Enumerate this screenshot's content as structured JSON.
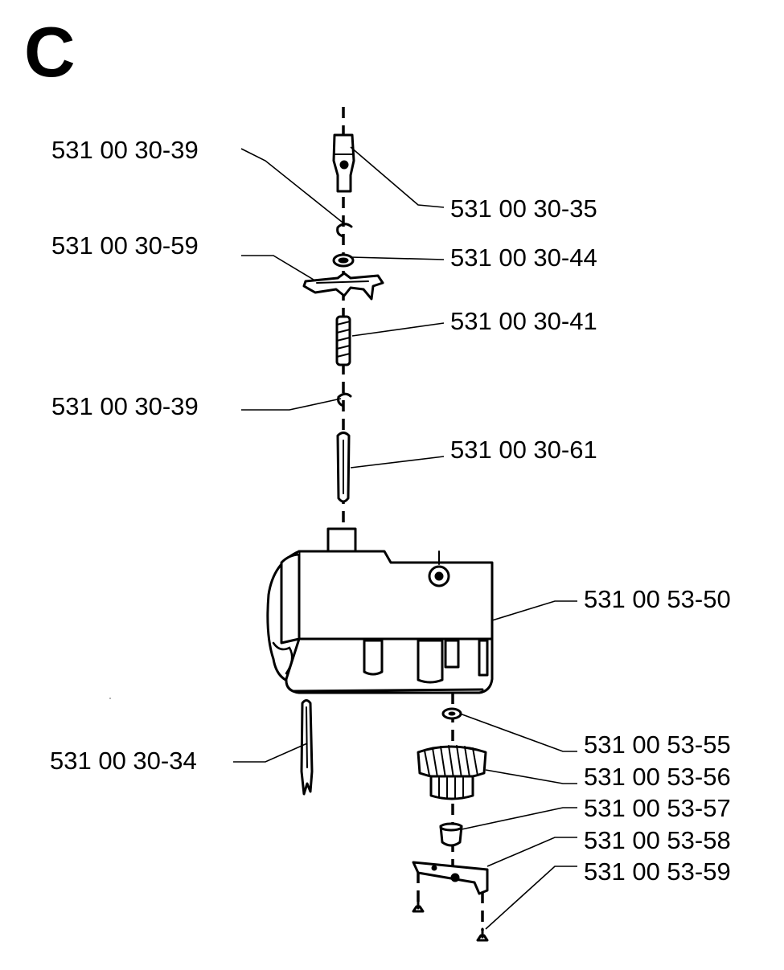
{
  "section_letter": "C",
  "parts": [
    {
      "id": "p1",
      "number": "531 00 30-39",
      "component": "clip-upper"
    },
    {
      "id": "p2",
      "number": "531 00 30-35",
      "component": "coupling"
    },
    {
      "id": "p3",
      "number": "531 00 30-59",
      "component": "spring-bracket"
    },
    {
      "id": "p4",
      "number": "531 00 30-44",
      "component": "washer"
    },
    {
      "id": "p5",
      "number": "531 00 30-41",
      "component": "spring"
    },
    {
      "id": "p6",
      "number": "531 00 30-39",
      "component": "clip-lower"
    },
    {
      "id": "p7",
      "number": "531 00 30-61",
      "component": "pin"
    },
    {
      "id": "p8",
      "number": "531 00 53-50",
      "component": "housing"
    },
    {
      "id": "p9",
      "number": "531 00 30-34",
      "component": "rod"
    },
    {
      "id": "p10",
      "number": "531 00 53-55",
      "component": "small-washer"
    },
    {
      "id": "p11",
      "number": "531 00 53-56",
      "component": "gear"
    },
    {
      "id": "p12",
      "number": "531 00 53-57",
      "component": "bushing"
    },
    {
      "id": "p13",
      "number": "531 00 53-58",
      "component": "cover-plate"
    },
    {
      "id": "p14",
      "number": "531 00 53-59",
      "component": "screw"
    }
  ]
}
